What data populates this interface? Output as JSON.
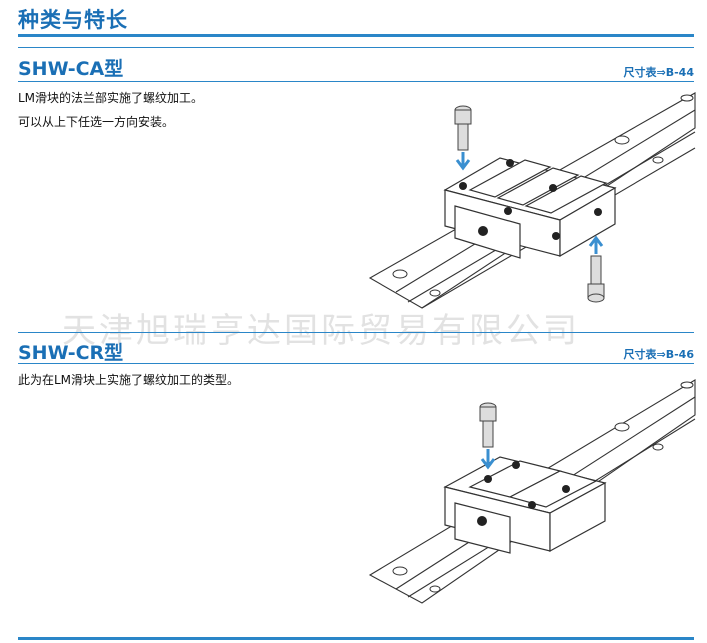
{
  "header": {
    "title": "种类与特长"
  },
  "sections": [
    {
      "title": "SHW-CA型",
      "ref": "尺寸表⇒B-44",
      "lines": [
        "LM滑块的法兰部实施了螺纹加工。",
        "可以从上下任选一方向安装。"
      ]
    },
    {
      "title": "SHW-CR型",
      "ref": "尺寸表⇒B-46",
      "lines": [
        "此为在LM滑块上实施了螺纹加工的类型。"
      ]
    }
  ],
  "watermark": "天津旭瑞亨达国际贸易有限公司",
  "colors": {
    "accent": "#1a6fb5",
    "rule": "#2a86c8",
    "arrow": "#3a8fd0"
  }
}
